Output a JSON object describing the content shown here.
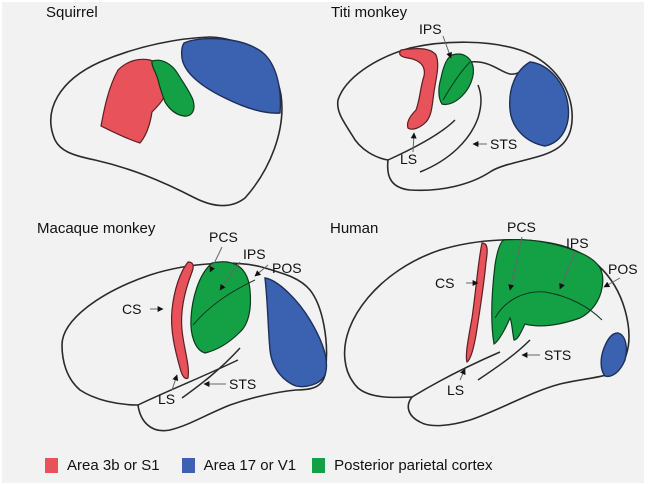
{
  "colors": {
    "s1": "#e8525a",
    "v1": "#3a62b0",
    "ppc": "#14a146",
    "outline": "#2a2a2a",
    "background": "#f2f2f2"
  },
  "panels": {
    "squirrel": {
      "title": "Squirrel"
    },
    "titi": {
      "title": "Titi monkey",
      "labels": {
        "ips": "IPS",
        "ls": "LS",
        "sts": "STS"
      }
    },
    "macaque": {
      "title": "Macaque monkey",
      "labels": {
        "pcs": "PCS",
        "ips": "IPS",
        "pos": "POS",
        "cs": "CS",
        "ls": "LS",
        "sts": "STS"
      }
    },
    "human": {
      "title": "Human",
      "labels": {
        "pcs": "PCS",
        "ips": "IPS",
        "pos": "POS",
        "cs": "CS",
        "ls": "LS",
        "sts": "STS"
      }
    }
  },
  "legend": [
    {
      "label": "Area 3b or S1",
      "color": "#e8525a"
    },
    {
      "label": "Area 17 or V1",
      "color": "#3a62b0"
    },
    {
      "label": "Posterior parietal cortex",
      "color": "#14a146"
    }
  ]
}
